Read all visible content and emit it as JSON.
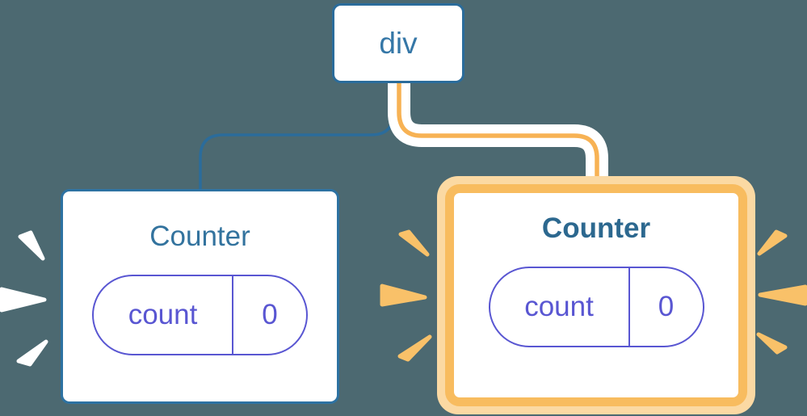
{
  "diagram": {
    "description": "React component tree diagram: a div root with two Counter children, each holding state count=0; the second Counter is highlighted with an orange glow and sparkle rays",
    "tree": {
      "root": {
        "label": "div"
      },
      "children": [
        {
          "title": "Counter",
          "state": {
            "key": "count",
            "value": "0"
          },
          "highlighted": false
        },
        {
          "title": "Counter",
          "state": {
            "key": "count",
            "value": "0"
          },
          "highlighted": true
        }
      ]
    },
    "decorations": {
      "left_sparkles": {
        "color": "#FFFFFF",
        "count": 3,
        "side": "left of first Counter"
      },
      "right_sparkles": {
        "color": "#F9C169",
        "count": 6,
        "side": "both sides of second Counter"
      }
    },
    "colors": {
      "background": "#4C6971",
      "node_fill": "#FFFFFF",
      "blue_stroke": "#2B6C9B",
      "blue_text": "#3577A7",
      "title_blue": "#33739E",
      "title_blue_bold": "#2C688F",
      "state_purple": "#5956D2",
      "edge_orange": "#F7B254",
      "glow_ring_light": "#FBD9A3",
      "glow_border": "#F8BC5F",
      "edge_casing": "#FFFFFF"
    }
  }
}
